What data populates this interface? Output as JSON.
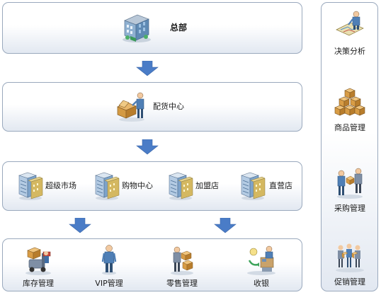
{
  "colors": {
    "box_border": "#9aa9bd",
    "box_gradient_bottom": "#e2e8f1",
    "arrow": "#4a7cc7"
  },
  "headquarters": {
    "label": "总部",
    "icon": "office-building-icon"
  },
  "distribution": {
    "label": "配货中心",
    "icon": "worker-with-box-icon"
  },
  "stores": [
    {
      "label": "超级市场",
      "icon": "server-building-icon"
    },
    {
      "label": "购物中心",
      "icon": "server-building-icon"
    },
    {
      "label": "加盟店",
      "icon": "server-building-icon"
    },
    {
      "label": "直营店",
      "icon": "server-building-icon"
    }
  ],
  "operations": [
    {
      "label": "库存管理",
      "icon": "forklift-icon"
    },
    {
      "label": "VIP管理",
      "icon": "person-icon"
    },
    {
      "label": "零售管理",
      "icon": "person-with-boxes-icon"
    },
    {
      "label": "收银",
      "icon": "cashier-icon"
    }
  ],
  "sidebar": [
    {
      "label": "决策分析",
      "icon": "person-at-map-icon"
    },
    {
      "label": "商品管理",
      "icon": "stacked-boxes-icon"
    },
    {
      "label": "采购管理",
      "icon": "people-exchanging-icon"
    },
    {
      "label": "促销管理",
      "icon": "group-of-people-icon"
    }
  ]
}
